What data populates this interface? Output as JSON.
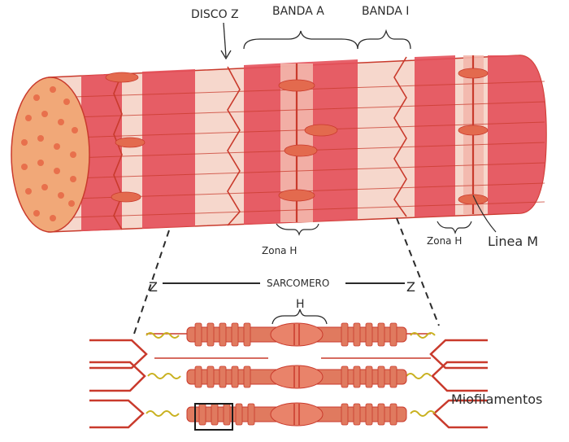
{
  "labels": {
    "disco_z": "DISCO Z",
    "banda_a": "BANDA A",
    "banda_i": "BANDA I",
    "zona_h_1": "Zona H",
    "zona_h_2": "Zona H",
    "linea_m": "Linea M",
    "z_left": "Z",
    "z_right": "Z",
    "sarcomero": "SARCOMERO",
    "h": "H",
    "miofilamentos": "Miofilamentos"
  },
  "colors": {
    "band_dark": "#e4505a",
    "band_light": "#f6d7cc",
    "cross_section": "#f1a878",
    "line": "#c93a2c",
    "actin": "#c9b120",
    "myosin": "#e07a5f"
  }
}
